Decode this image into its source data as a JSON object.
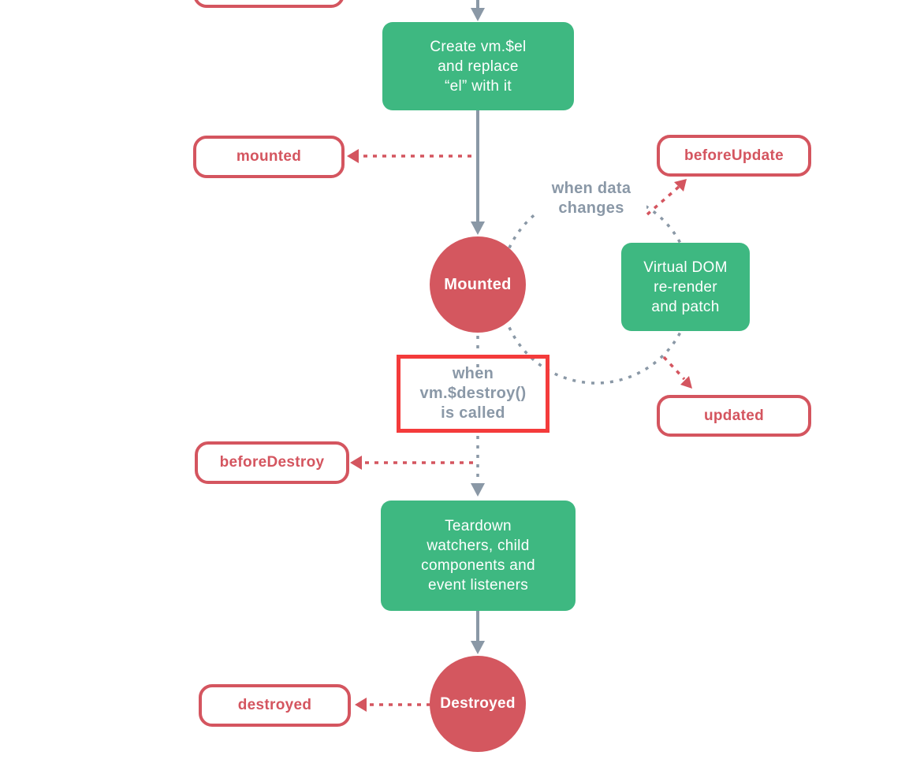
{
  "diagram_title": "Vue instance lifecycle (mounted/updated/destroyed section)",
  "colors": {
    "green": "#3eb881",
    "state_red": "#d4575f",
    "hook_red": "#d4555f",
    "note_border_red": "#f43b3b",
    "line_gray": "#8a98a6",
    "note_text_gray": "#8a98a7"
  },
  "nodes": {
    "create_el": {
      "lines": [
        "Create vm.$el",
        "and replace",
        "“el” with it"
      ]
    },
    "mounted_hook": {
      "label": "mounted"
    },
    "before_update_hook": {
      "label": "beforeUpdate"
    },
    "when_data_changes": {
      "lines": [
        "when data",
        "changes"
      ]
    },
    "mounted_state": {
      "label": "Mounted"
    },
    "virtual_dom": {
      "lines": [
        "Virtual DOM",
        "re-render",
        "and patch"
      ]
    },
    "destroy_note": {
      "lines": [
        "when",
        "vm.$destroy()",
        "is called"
      ]
    },
    "updated_hook": {
      "label": "updated"
    },
    "before_destroy_hook": {
      "label": "beforeDestroy"
    },
    "teardown": {
      "lines": [
        "Teardown",
        "watchers, child",
        "components and",
        "event listeners"
      ]
    },
    "destroyed_state": {
      "label": "Destroyed"
    },
    "destroyed_hook": {
      "label": "destroyed"
    }
  }
}
